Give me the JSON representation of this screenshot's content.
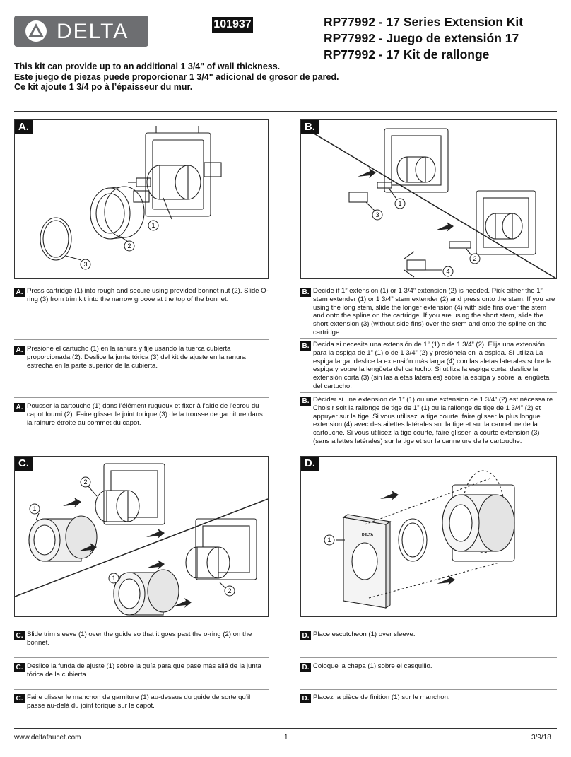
{
  "header": {
    "brand": "DELTA",
    "part_number": "101937",
    "titles": [
      "RP77992 - 17 Series Extension Kit",
      "RP77992 - Juego de extensión 17",
      "RP77992 - 17 Kit de rallonge"
    ]
  },
  "intro": [
    "This kit can provide up to an additional 1 3/4\" of wall thickness.",
    "Este juego de piezas puede proporcionar 1 3/4\" adicional de grosor de pared.",
    "Ce kit ajoute 1 3/4 po à l’épaisseur du mur."
  ],
  "panels": {
    "a": {
      "label": "A.",
      "callouts": [
        "1",
        "2",
        "3"
      ]
    },
    "b": {
      "label": "B.",
      "callouts": [
        "1",
        "2",
        "3",
        "4"
      ]
    },
    "c": {
      "label": "C.",
      "callouts": [
        "1",
        "2",
        "1",
        "2"
      ]
    },
    "d": {
      "label": "D.",
      "callouts": [
        "1"
      ],
      "plate_text": "DELTA"
    }
  },
  "steps": {
    "a": [
      {
        "tag": "A.",
        "text": "Press cartridge (1) into rough and secure using provided bonnet nut (2). Slide O-ring (3) from trim kit into the narrow groove at the top of the bonnet."
      },
      {
        "tag": "A.",
        "text": "Presione el cartucho (1) en la ranura y fije usando la tuerca cubierta proporcionada (2). Deslice la junta tórica (3) del kit de ajuste en la ranura estrecha en la parte superior de la cubierta."
      },
      {
        "tag": "A.",
        "text": "Pousser la cartouche (1) dans l’élément rugueux et fixer à l’aide de l’écrou du capot fourni (2). Faire glisser le joint torique (3) de la trousse de garniture dans la rainure étroite au sommet du capot."
      }
    ],
    "b": [
      {
        "tag": "B.",
        "text": "Decide if 1” extension (1) or 1 3/4” extension (2) is needed. Pick either the 1” stem extender (1) or 1 3/4” stem extender (2) and press onto the stem. If you are using the long stem, slide the longer extension (4) with side fins over the stem and onto the spline on the cartridge. If you are using the short stem, slide the short extension (3) (without side fins) over the stem and onto the spline on the cartridge."
      },
      {
        "tag": "B.",
        "text": "Decida si necesita una extensión de 1” (1) o de 1 3/4” (2). Elija una extensión para la espiga de 1” (1) o de 1 3/4” (2) y presiónela en la espiga. Si utiliza La espiga larga, deslice la extensión más larga (4) con las aletas laterales sobre la espiga y sobre la lengüeta del cartucho. Si utiliza la espiga corta, deslice la extensión corta (3) (sin las aletas laterales) sobre la espiga y sobre la lengüeta del cartucho."
      },
      {
        "tag": "B.",
        "text": "Décider si une extension de 1” (1) ou une extension de 1 3/4” (2) est nécessaire. Choisir soit la rallonge de tige de 1” (1) ou la rallonge de tige de 1 3/4” (2) et appuyer sur la tige. Si vous utilisez la tige courte, faire glisser la plus longue extension (4) avec des ailettes latérales sur la tige et sur la cannelure de la cartouche. Si vous utilisez la tige courte, faire glisser la courte extension (3) (sans ailettes latérales) sur la tige et sur la cannelure de la cartouche."
      }
    ],
    "c": [
      {
        "tag": "C.",
        "text": "Slide trim sleeve (1) over the guide so that it goes past the o-ring (2) on the bonnet."
      },
      {
        "tag": "C.",
        "text": "Deslice la funda de ajuste (1) sobre la guía para que pase más allá de la junta tórica de la cubierta."
      },
      {
        "tag": "C.",
        "text": "Faire glisser le manchon de garniture (1) au-dessus du guide de sorte qu’il passe au-delà du joint torique sur le capot."
      }
    ],
    "d": [
      {
        "tag": "D.",
        "text": "Place escutcheon (1) over sleeve."
      },
      {
        "tag": "D.",
        "text": "Coloque la chapa (1) sobre el casquillo."
      },
      {
        "tag": "D.",
        "text": "Placez la pièce de finition (1) sur le manchon."
      }
    ]
  },
  "footer": {
    "url": "www.deltafaucet.com",
    "page": "1",
    "date": "3/9/18"
  }
}
